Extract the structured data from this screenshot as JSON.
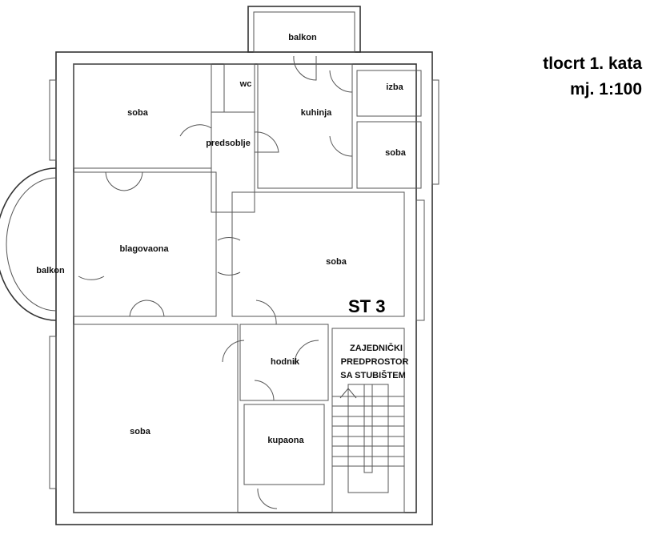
{
  "title": {
    "line1": "tlocrt 1. kata",
    "line2": "mj. 1:100"
  },
  "unit_label": "ST 3",
  "rooms": {
    "balkon_top": "balkon",
    "wc": "wc",
    "soba_top_left": "soba",
    "predsoblje": "predsoblje",
    "kuhinja": "kuhinja",
    "izba": "izba",
    "soba_right_small": "soba",
    "blagovaona": "blagovaona",
    "balkon_left": "balkon",
    "soba_middle": "soba",
    "soba_bottom_left": "soba",
    "hodnik": "hodnik",
    "kupaona": "kupaona",
    "stair_line1": "ZAJEDNIČKI",
    "stair_line2": "PREDPROSTOR",
    "stair_line3": "SA STUBIŠTEM"
  }
}
